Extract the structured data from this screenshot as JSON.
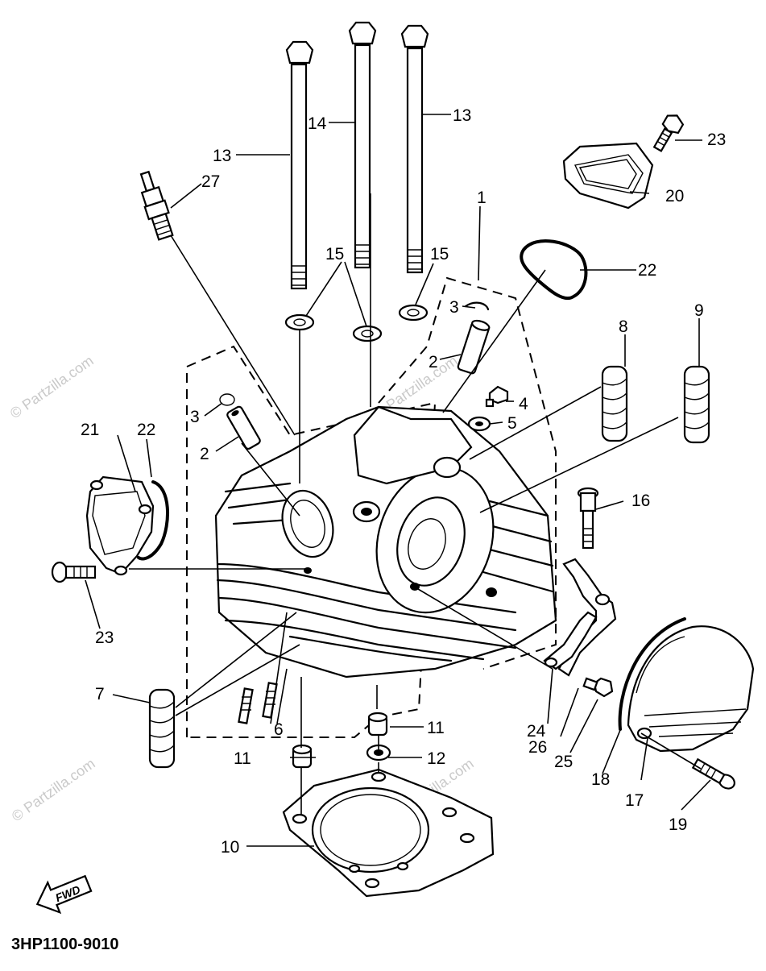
{
  "diagram": {
    "code": "3HP1100-9010",
    "direction_label": "FWD",
    "watermark_text": "© Partzilla.com",
    "callouts": {
      "c1": "1",
      "c2a": "2",
      "c2b": "2",
      "c3a": "3",
      "c3b": "3",
      "c4": "4",
      "c5": "5",
      "c6": "6",
      "c7": "7",
      "c8": "8",
      "c9": "9",
      "c10": "10",
      "c11a": "11",
      "c11b": "11",
      "c12": "12",
      "c13a": "13",
      "c13b": "13",
      "c14": "14",
      "c15a": "15",
      "c15b": "15",
      "c16": "16",
      "c17": "17",
      "c18": "18",
      "c19": "19",
      "c20": "20",
      "c21": "21",
      "c22a": "22",
      "c22b": "22",
      "c23a": "23",
      "c23b": "23",
      "c24": "24",
      "c25": "25",
      "c26": "26",
      "c27": "27"
    }
  }
}
